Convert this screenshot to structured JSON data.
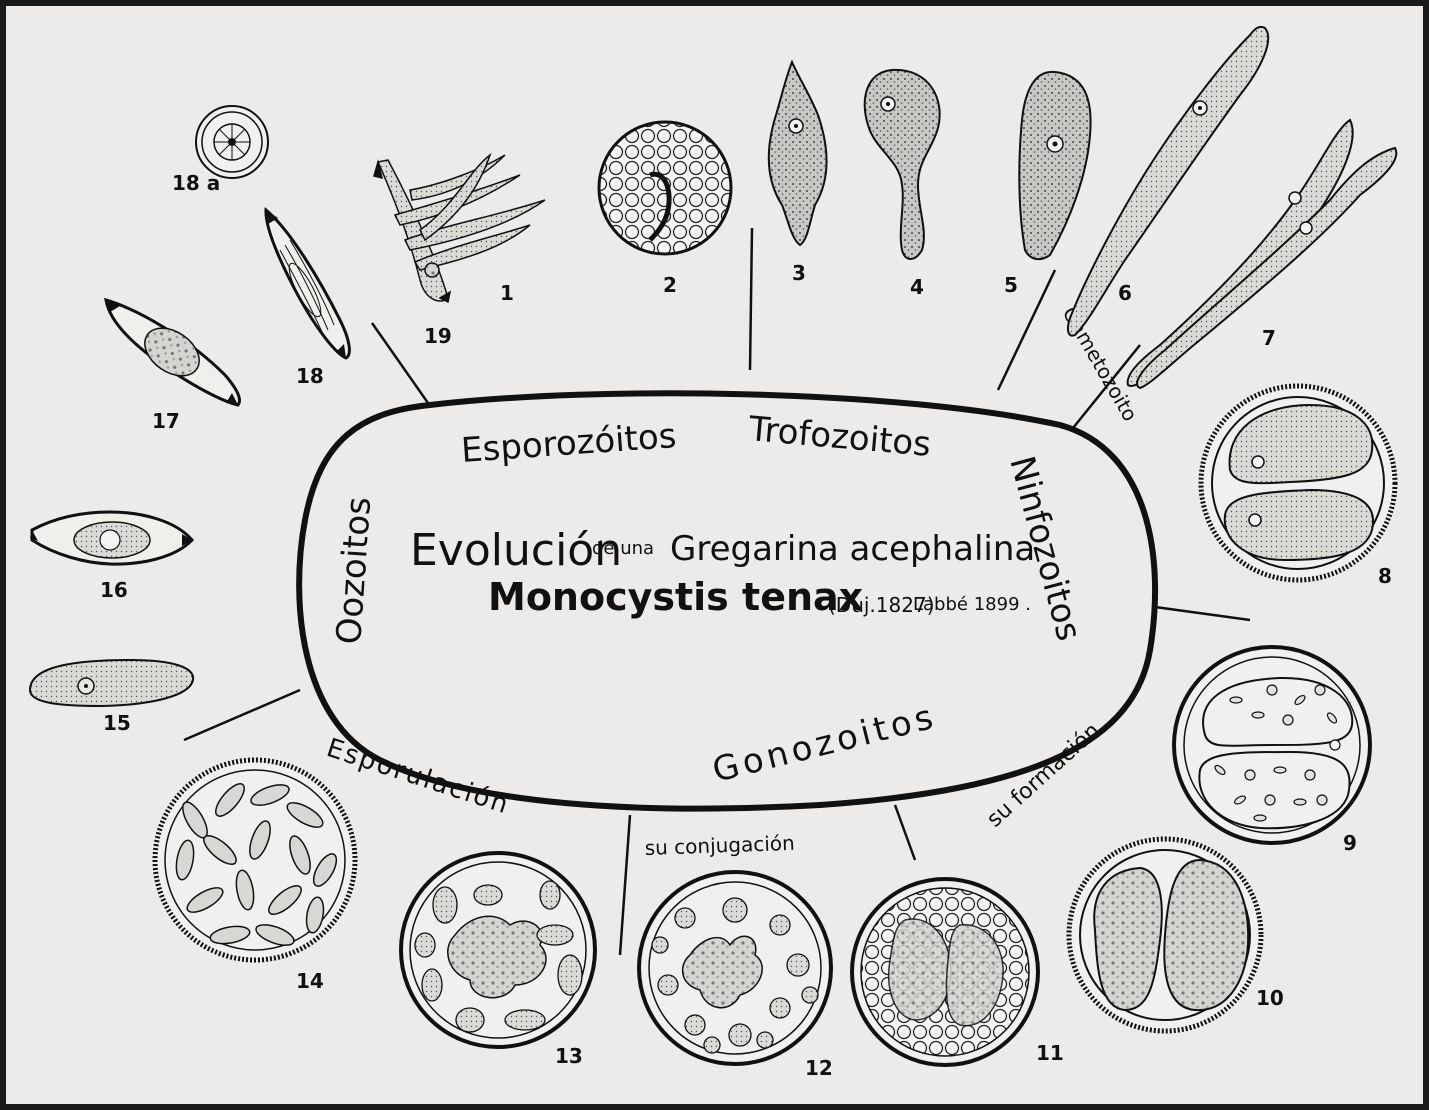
{
  "title": {
    "line1_a": "Evolución",
    "line1_b": "de una",
    "line1_c": "Gregarina acephalina",
    "line2_a": "Monocystis tenax",
    "line2_b": "(Duj.1827)",
    "line2_c": "Labbé 1899 ."
  },
  "stages": {
    "esporozoitos": "Esporozóitos",
    "trofozoitos": "Trofozoitos",
    "ninfozoitos": "Ninfozoitos",
    "gonozoitos": "Gonozoitos",
    "oozoitos": "Oozoitos",
    "gametozoito": "Gametozoito",
    "esporulacion": "Esporulación",
    "su_conjugacion": "su conjugación",
    "su_formacion": "su formación"
  },
  "figures": [
    "1",
    "2",
    "3",
    "4",
    "5",
    "6",
    "7",
    "8",
    "9",
    "10",
    "11",
    "12",
    "13",
    "14",
    "15",
    "16",
    "17",
    "18",
    "18 a",
    "19"
  ]
}
